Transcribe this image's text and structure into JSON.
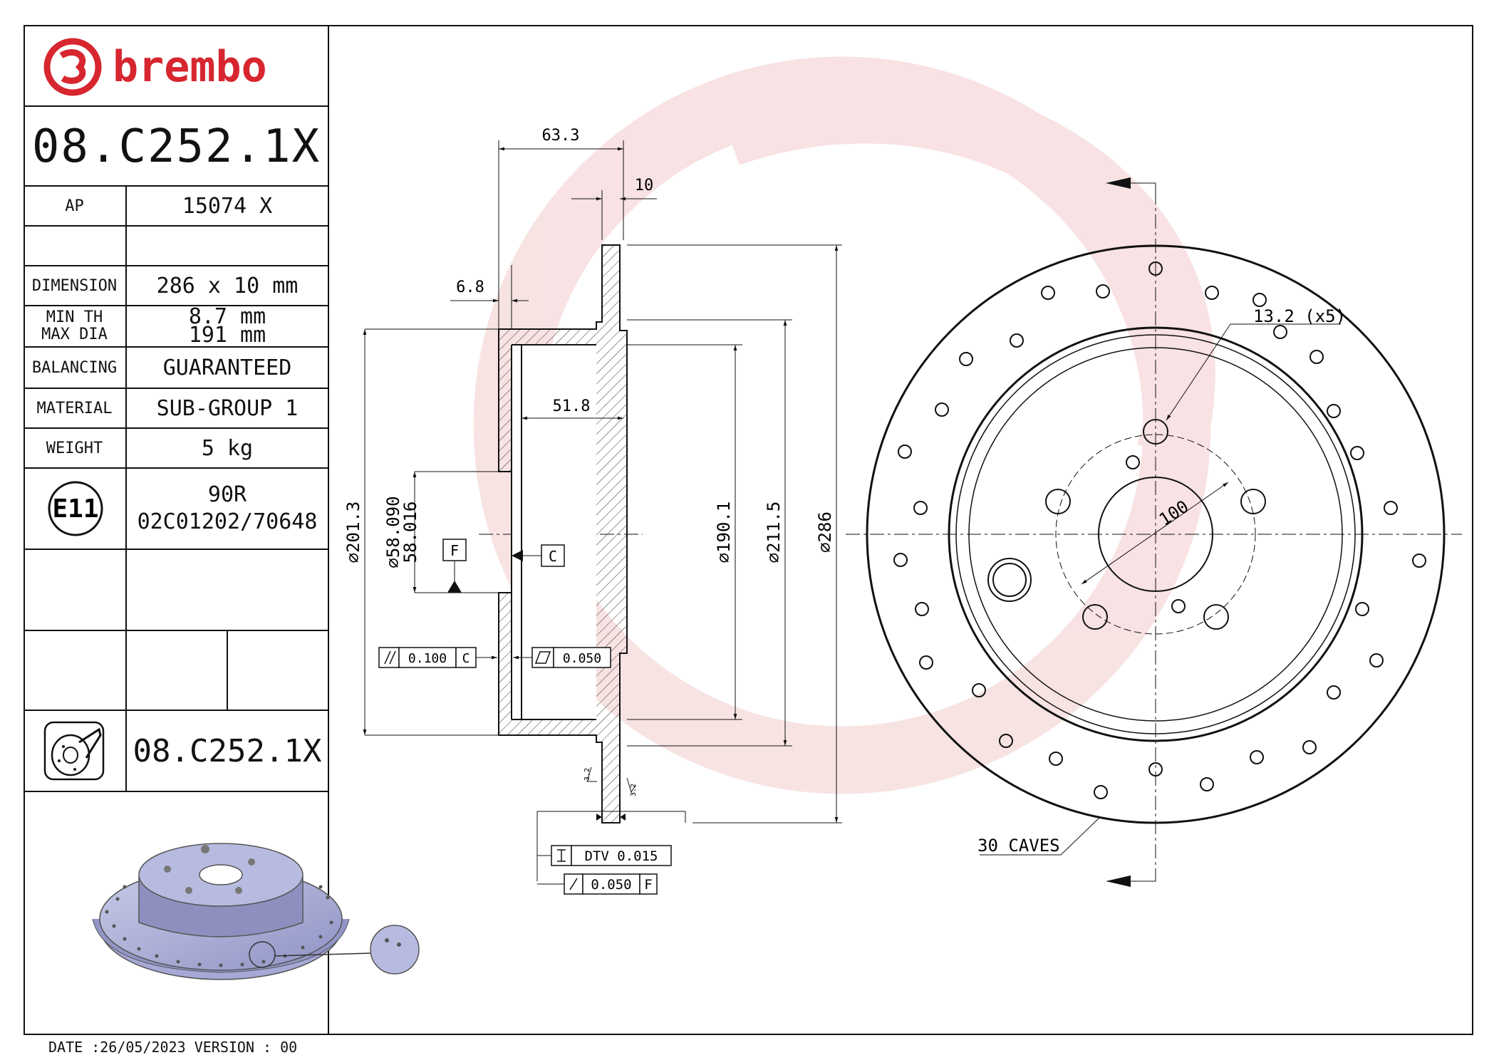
{
  "brand": {
    "name": "brembo",
    "color": "#d7262f"
  },
  "part_code": "08.C252.1X",
  "specs": [
    {
      "label": "AP",
      "value": "15074 X"
    },
    {
      "label": "",
      "value": ""
    },
    {
      "label": "DIMENSION",
      "value": "286 x 10 mm"
    },
    {
      "label": "MIN TH\nMAX DIA",
      "value": "8.7 mm\n191 mm"
    },
    {
      "label": "BALANCING",
      "value": "GUARANTEED"
    },
    {
      "label": "MATERIAL",
      "value": "SUB-GROUP 1"
    },
    {
      "label": "WEIGHT",
      "value": "5 kg"
    }
  ],
  "homologation": {
    "mark": "E11",
    "value": "90R\n02C01202/70648"
  },
  "bottom_code": "08.C252.1X",
  "footer": "DATE :26/05/2023 VERSION : 00",
  "dims": {
    "overall_depth": "63.3",
    "thickness": "10",
    "hat_wall": "6.8",
    "hat_inner_depth": "51.8",
    "d_201_3": "∅201.3",
    "centre_bore_max": "∅58.090",
    "centre_bore_min": "58.016",
    "d_190_1": "∅190.1",
    "d_211_5": "∅211.5",
    "d_286": "∅286",
    "bolt_hole": "13.2 (x5)",
    "pcd": "100",
    "caves": "30 CAVES",
    "datum_f": "F",
    "datum_c": "C",
    "parallelism_tol": "0.100",
    "parallelism_ref": "C",
    "flatness_tol": "0.050",
    "dtv": "DTV 0.015",
    "runout_tol": "0.050",
    "runout_ref": "F",
    "roughness": "3.2"
  },
  "icons": [
    "brembo-logo-icon",
    "e11-homologation-icon",
    "disc-drilled-icon",
    "parallelism-icon",
    "flatness-icon",
    "runout-icon",
    "dtv-icon"
  ]
}
